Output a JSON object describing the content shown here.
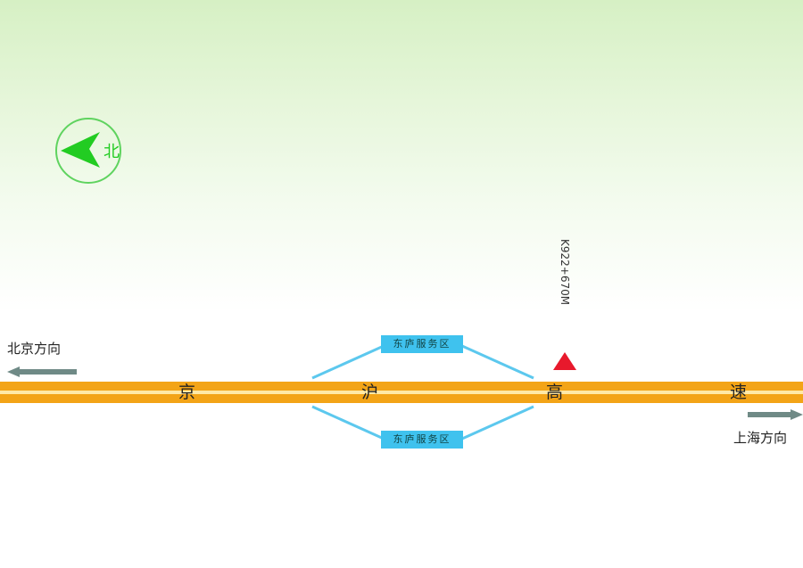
{
  "compass": {
    "label": "北",
    "color": "#2ecc2e"
  },
  "road": {
    "chars": [
      "京",
      "沪",
      "高",
      "速"
    ],
    "color": "#f3a417"
  },
  "service_areas": {
    "top": "东庐服务区",
    "bottom": "东庐服务区",
    "color": "#3fc2ee"
  },
  "marker": {
    "km": "K922+670M",
    "color": "#e8192c"
  },
  "directions": {
    "left": "北京方向",
    "right": "上海方向"
  }
}
